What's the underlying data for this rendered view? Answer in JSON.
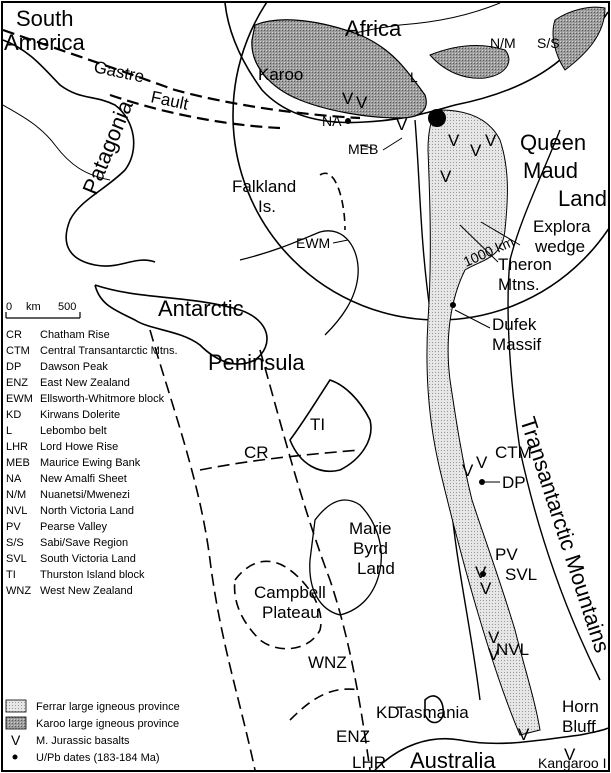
{
  "map": {
    "regions": {
      "south_america": [
        "South",
        "America"
      ],
      "africa": "Africa",
      "patagonia": "Patagonia",
      "queen_maud": [
        "Queen",
        "Maud",
        "Land"
      ],
      "antarctic_peninsula": [
        "Antarctic",
        "Peninsula"
      ],
      "transantarctic": "Transantarctic Mountains",
      "marie_byrd": [
        "Marie",
        "Byrd",
        "Land"
      ],
      "campbell": [
        "Campbell",
        "Plateau"
      ],
      "australia": "Australia",
      "tasmania": "Tasmania",
      "falkland": [
        "Falkland",
        "Is."
      ],
      "explora": [
        "Explora",
        "wedge"
      ],
      "theron": [
        "Theron",
        "Mtns."
      ],
      "dufek": [
        "Dufek",
        "Massif"
      ],
      "horn_bluff": [
        "Horn",
        "Bluff"
      ],
      "kangaroo": "Kangaroo I",
      "karoo": "Karoo",
      "gastre": [
        "Gastre",
        "Fault"
      ]
    },
    "abbrev_labels": {
      "na": "NA",
      "meb": "MEB",
      "ewm": "EWM",
      "ti": "TI",
      "cr": "CR",
      "ctm": "CTM",
      "dp": "DP",
      "pv": "PV",
      "svl": "SVL",
      "nvl": "NVL",
      "wnz": "WNZ",
      "enz": "ENZ",
      "kd": "KD",
      "lhr": "LHR",
      "l": "L",
      "nm": "N/M",
      "ss": "S/S"
    },
    "circle_label": "1000 km",
    "scale_bar": {
      "zero": "0",
      "unit": "km",
      "max": "500"
    },
    "basalt_symbol": "V",
    "colors": {
      "ferrar": "#d8d8d8",
      "karoo": "#a9a9a9",
      "ink": "#000000"
    }
  },
  "abbreviations": [
    {
      "code": "CR",
      "name": "Chatham Rise"
    },
    {
      "code": "CTM",
      "name": "Central Transantarctic Mtns."
    },
    {
      "code": "DP",
      "name": "Dawson Peak"
    },
    {
      "code": "ENZ",
      "name": "East New Zealand"
    },
    {
      "code": "EWM",
      "name": "Ellsworth-Whitmore block"
    },
    {
      "code": "KD",
      "name": "Kirwans Dolerite"
    },
    {
      "code": "L",
      "name": "Lebombo belt"
    },
    {
      "code": "LHR",
      "name": "Lord Howe Rise"
    },
    {
      "code": "MEB",
      "name": "Maurice Ewing Bank"
    },
    {
      "code": "NA",
      "name": "New Amalfi Sheet"
    },
    {
      "code": "N/M",
      "name": "Nuanetsi/Mwenezi"
    },
    {
      "code": "NVL",
      "name": "North Victoria Land"
    },
    {
      "code": "PV",
      "name": "Pearse Valley"
    },
    {
      "code": "S/S",
      "name": "Sabi/Save Region"
    },
    {
      "code": "SVL",
      "name": "South Victoria Land"
    },
    {
      "code": "TI",
      "name": "Thurston Island block"
    },
    {
      "code": "WNZ",
      "name": "West New Zealand"
    }
  ],
  "legend": {
    "ferrar": "Ferrar large igneous province",
    "karoo": "Karoo large igneous province",
    "basalts": "M. Jurassic basalts",
    "dates": "U/Pb dates (183-184 Ma)"
  }
}
